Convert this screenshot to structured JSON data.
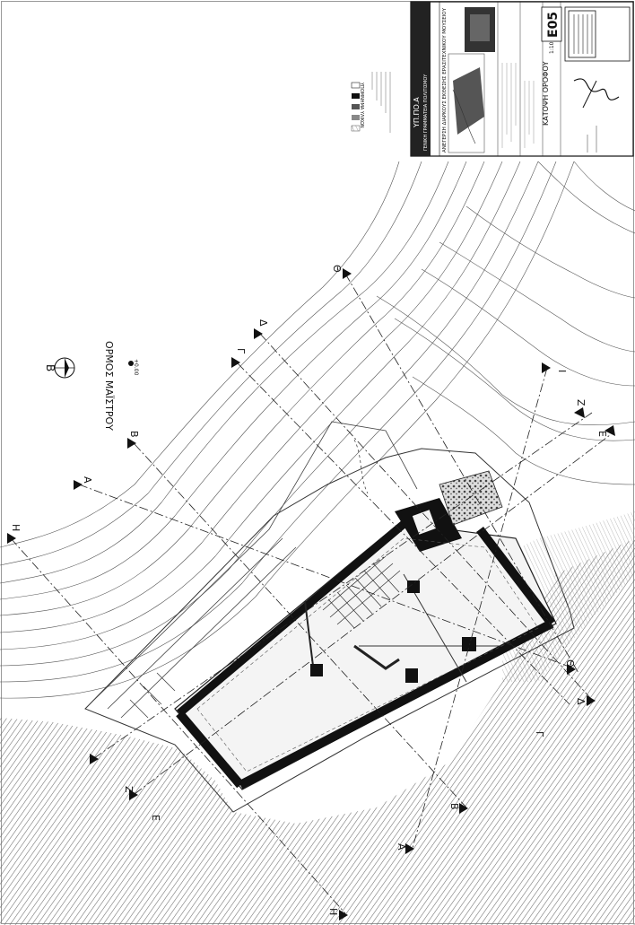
{
  "title_block": {
    "organization": "ΥΠ.ΠΟ.Α",
    "subtitle": "ΓΕΝΙΚΗ ΓΡΑΜΜΑΤΕΙΑ ΠΟΛΙΤΙΣΜΟΥ",
    "project_line": "ΑΝΕΓΕΡΣΗ ΔΙΑΡΚΟΥΣ ΕΚΘΕΣΗΣ ΕΡΑΣΙΤΕΧΝΙΚΟΥ ΜΟΥΣΕΙΟΥ",
    "drawing_title": "ΚΑΤΟΨΗ ΟΡΟΦΟΥ",
    "sheet_code": "Ε05",
    "scale": "1:100",
    "legend_title": "ΥΠΟΜΝΗΜΑ ΥΛΙΚΩΝ"
  },
  "plan": {
    "north_label": "Β",
    "place_name": "ΟΡΜΟΣ ΜΑΪΣΤΡΟΥ",
    "elevation_mark": "+0.00"
  },
  "section_markers": [
    "Α",
    "Β",
    "Γ",
    "Δ",
    "Ε",
    "Ζ",
    "Η",
    "Θ",
    "Ι"
  ]
}
